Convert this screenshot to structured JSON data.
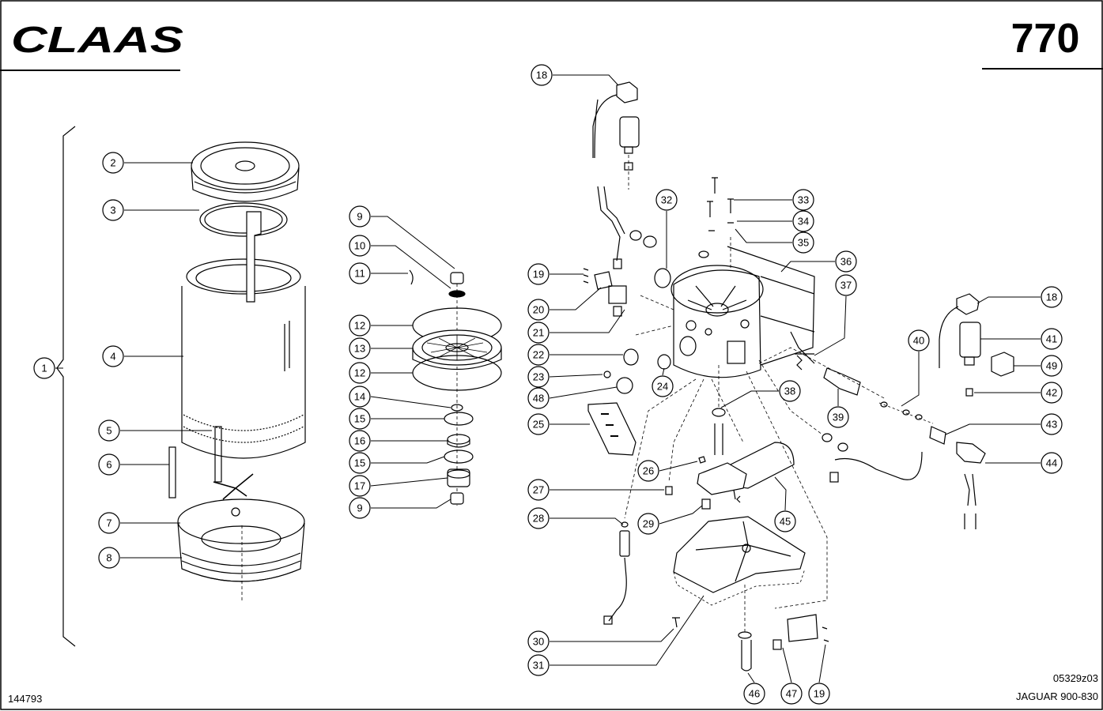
{
  "brand": "CLAAS",
  "page_number": "770",
  "drawing_number": "05329z03",
  "model": "JAGUAR 900-830",
  "sheet_id": "144793",
  "callouts": [
    "1",
    "2",
    "3",
    "4",
    "5",
    "6",
    "7",
    "8",
    "9",
    "10",
    "11",
    "12",
    "13",
    "12",
    "14",
    "15",
    "16",
    "15",
    "17",
    "9",
    "18",
    "19",
    "20",
    "21",
    "22",
    "23",
    "48",
    "25",
    "26",
    "27",
    "28",
    "29",
    "30",
    "31",
    "32",
    "33",
    "34",
    "35",
    "36",
    "37",
    "24",
    "38",
    "39",
    "40",
    "18",
    "41",
    "49",
    "42",
    "43",
    "44",
    "45",
    "46",
    "47",
    "19"
  ]
}
